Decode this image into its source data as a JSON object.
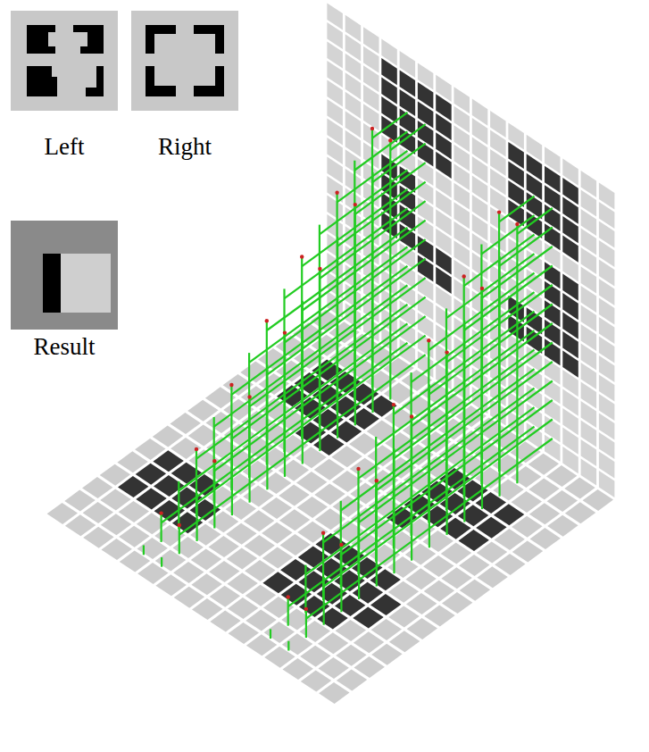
{
  "diagram": {
    "labels": [
      "Left",
      "Right",
      "Result"
    ]
  }
}
